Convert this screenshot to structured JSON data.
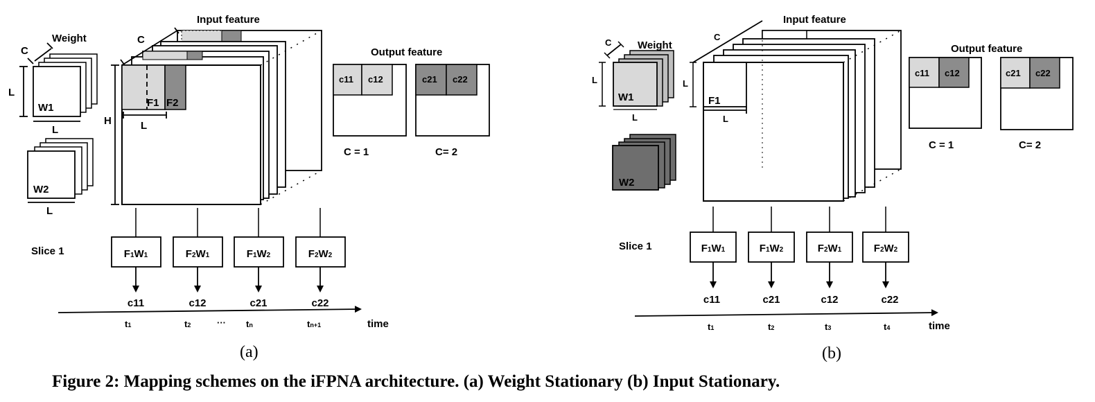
{
  "caption": "Figure 2: Mapping schemes on the iFPNA architecture. (a) Weight Stationary (b) Input Stationary.",
  "colors": {
    "light": "#d9d9d9",
    "mid": "#bfbfbf",
    "dark": "#8c8c8c",
    "darker": "#6e6e6e"
  },
  "panel_a": {
    "sublabel": "(a)",
    "input_feature_label": "Input feature",
    "output_feature_label": "Output feature",
    "weight_label": "Weight",
    "c_label": "C",
    "l_label": "L",
    "h_label": "H",
    "w1": "W1",
    "w2": "W2",
    "f1": "F1",
    "f2": "F2",
    "slice_label": "Slice 1",
    "out_c11": "c11",
    "out_c12": "c12",
    "out_c21": "c21",
    "out_c22": "c22",
    "c_eq_1": "C = 1",
    "c_eq_2": "C= 2",
    "ops": [
      {
        "a": "F",
        "as": "1",
        "b": "W",
        "bs": "1"
      },
      {
        "a": "F",
        "as": "2",
        "b": "W",
        "bs": "1"
      },
      {
        "a": "F",
        "as": "1",
        "b": "W",
        "bs": "2"
      },
      {
        "a": "F",
        "as": "2",
        "b": "W",
        "bs": "2"
      }
    ],
    "results": [
      "c11",
      "c12",
      "c21",
      "c22"
    ],
    "times": [
      {
        "t": "t",
        "s": "1"
      },
      {
        "t": "t",
        "s": "2"
      },
      {
        "t": "t",
        "s": "n"
      },
      {
        "t": "t",
        "s": "n+1"
      }
    ],
    "ellipsis": "···",
    "time_label": "time"
  },
  "panel_b": {
    "sublabel": "(b)",
    "input_feature_label": "Input feature",
    "output_feature_label": "Output feature",
    "weight_label": "Weight",
    "c_label": "C",
    "l_label": "L",
    "w1": "W1",
    "w2": "W2",
    "f1": "F1",
    "slice_label": "Slice 1",
    "out_c11": "c11",
    "out_c12": "c12",
    "out_c21": "c21",
    "out_c22": "c22",
    "c_eq_1": "C = 1",
    "c_eq_2": "C= 2",
    "ops": [
      {
        "a": "F",
        "as": "1",
        "b": "W",
        "bs": "1"
      },
      {
        "a": "F",
        "as": "1",
        "b": "W",
        "bs": "2"
      },
      {
        "a": "F",
        "as": "2",
        "b": "W",
        "bs": "1"
      },
      {
        "a": "F",
        "as": "2",
        "b": "W",
        "bs": "2"
      }
    ],
    "results": [
      "c11",
      "c21",
      "c12",
      "c22"
    ],
    "times": [
      {
        "t": "t",
        "s": "1"
      },
      {
        "t": "t",
        "s": "2"
      },
      {
        "t": "t",
        "s": "3"
      },
      {
        "t": "t",
        "s": "4"
      }
    ],
    "time_label": "time"
  }
}
